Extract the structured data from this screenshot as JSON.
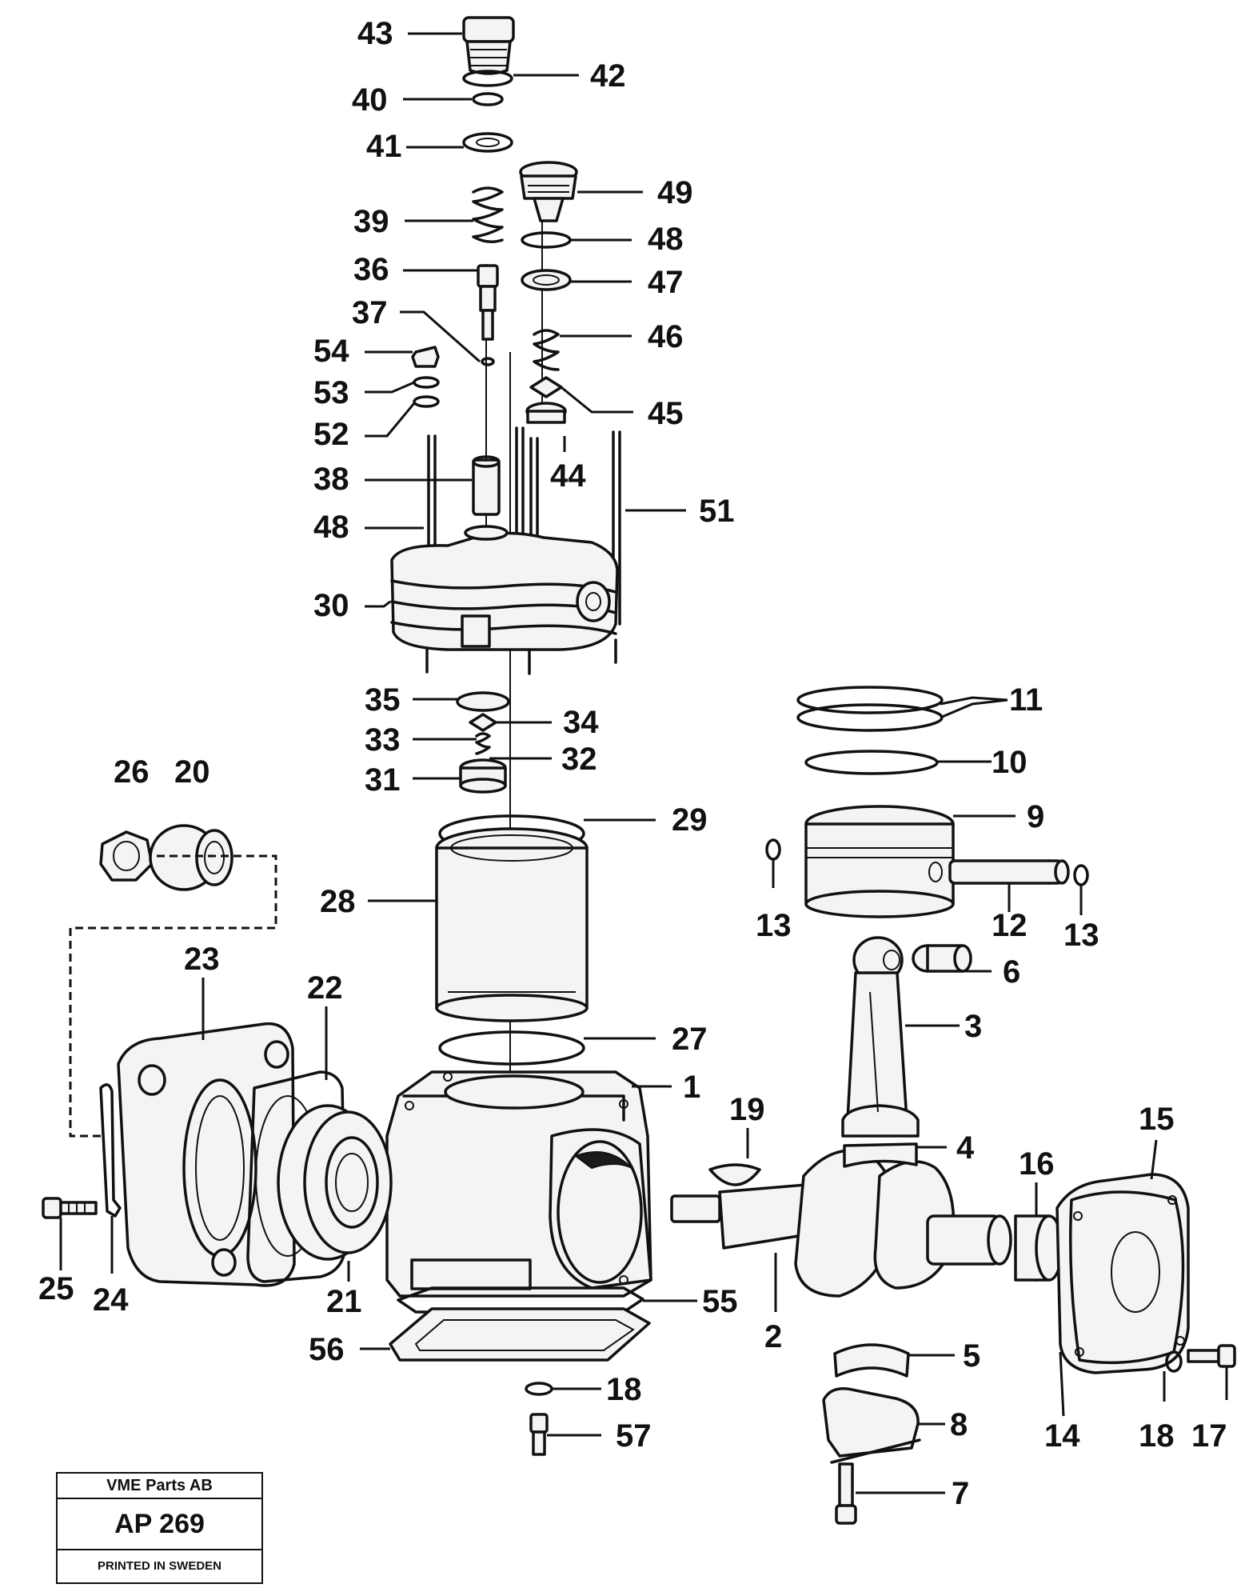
{
  "stamp": {
    "company": "VME Parts AB",
    "code": "AP 269",
    "note": "PRINTED IN SWEDEN"
  },
  "callouts": [
    "43",
    "42",
    "40",
    "41",
    "49",
    "48",
    "39",
    "36",
    "47",
    "37",
    "46",
    "54",
    "53",
    "45",
    "52",
    "44",
    "38",
    "51",
    "48",
    "30",
    "11",
    "35",
    "34",
    "33",
    "32",
    "10",
    "31",
    "26",
    "20",
    "29",
    "9",
    "13",
    "12",
    "13",
    "28",
    "6",
    "23",
    "22",
    "3",
    "27",
    "1",
    "19",
    "15",
    "4",
    "16",
    "25",
    "24",
    "21",
    "55",
    "2",
    "56",
    "5",
    "18",
    "8",
    "14",
    "18",
    "17",
    "57",
    "7"
  ]
}
